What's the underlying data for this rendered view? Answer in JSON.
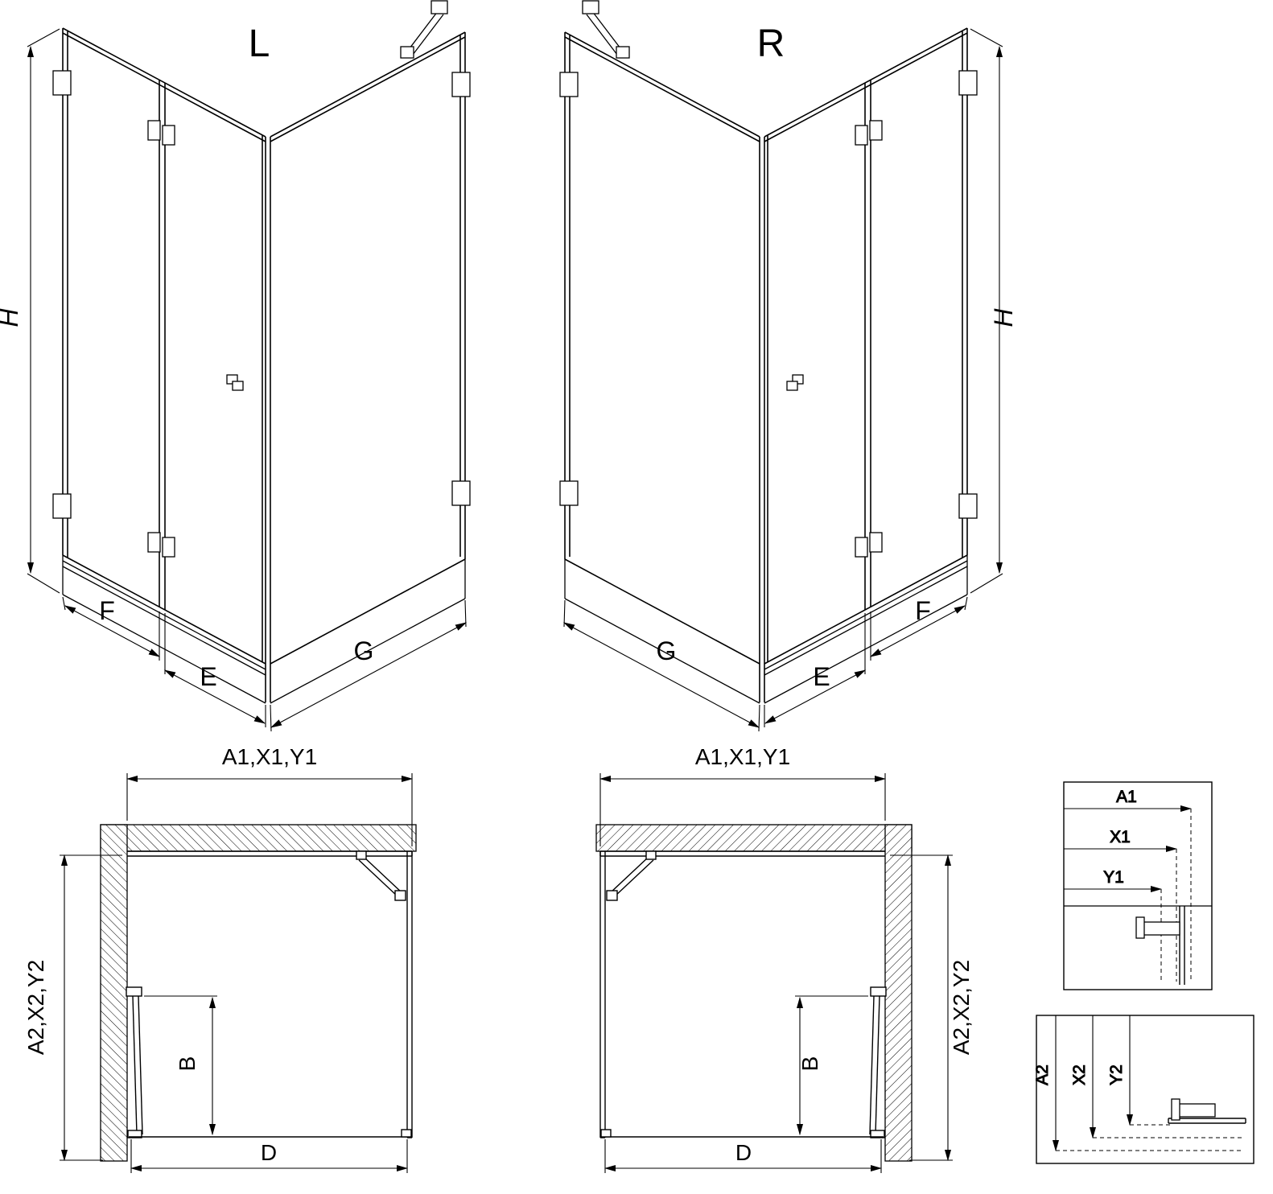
{
  "drawing": {
    "iso_left": {
      "label": "L",
      "dim_height": "H",
      "dim_fixed_panel": "F",
      "dim_door": "E",
      "dim_side_panel": "G"
    },
    "iso_right": {
      "label": "R",
      "dim_height": "H",
      "dim_fixed_panel": "F",
      "dim_door": "E",
      "dim_side_panel": "G"
    },
    "plan_left": {
      "dim_top_width": "A1,X1,Y1",
      "dim_side_depth": "A2,X2,Y2",
      "dim_door_width": "B",
      "dim_entry_width": "D"
    },
    "plan_right": {
      "dim_top_width": "A1,X1,Y1",
      "dim_side_depth": "A2,X2,Y2",
      "dim_door_width": "B",
      "dim_entry_width": "D"
    },
    "detail_width": {
      "labels": [
        "A1",
        "X1",
        "Y1"
      ]
    },
    "detail_depth": {
      "labels": [
        "A2",
        "X2",
        "Y2"
      ]
    },
    "colors": {
      "line": "#000000",
      "background": "#ffffff"
    }
  }
}
